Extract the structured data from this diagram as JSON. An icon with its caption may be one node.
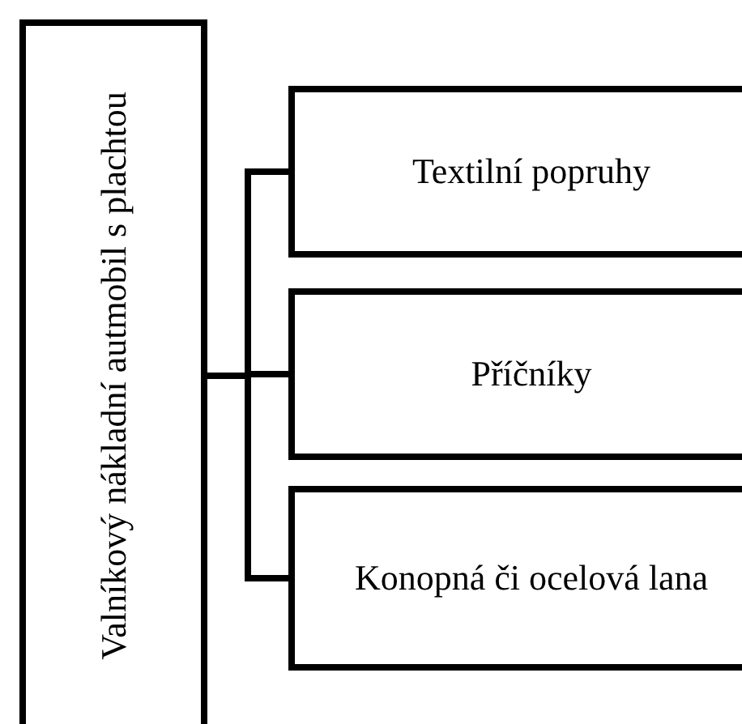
{
  "diagram": {
    "nodes": [
      {
        "text": [
          "Valníkový nákladní autmobil s plachtou"
        ]
      },
      {
        "text": [
          "Textilní popruhy"
        ]
      },
      {
        "text": [
          "Příčníky"
        ]
      },
      {
        "text": [
          "Konopná či ocelová lana"
        ]
      }
    ],
    "edges": [
      {
        "from": 0,
        "to": 1,
        "arrow": "none"
      },
      {
        "from": 0,
        "to": 2,
        "arrow": "none"
      },
      {
        "from": 0,
        "to": 3,
        "arrow": "none"
      }
    ]
  }
}
